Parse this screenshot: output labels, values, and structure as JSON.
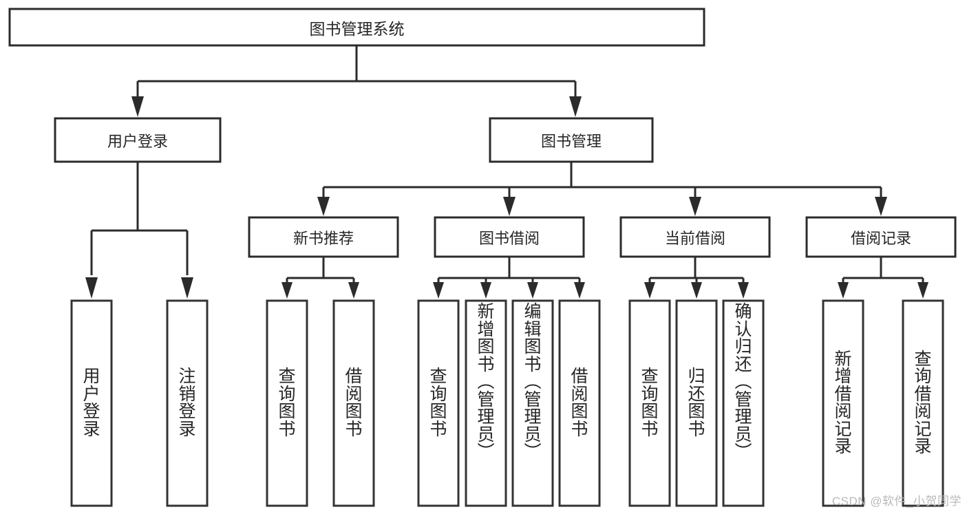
{
  "diagram": {
    "type": "tree",
    "title": "图书管理系统",
    "root": {
      "id": "root",
      "label": "图书管理系统"
    },
    "level1": [
      {
        "id": "user-login",
        "label": "用户登录"
      },
      {
        "id": "book-manage",
        "label": "图书管理"
      }
    ],
    "level2": [
      {
        "id": "new-book-rec",
        "label": "新书推荐",
        "parent": "book-manage"
      },
      {
        "id": "book-borrow",
        "label": "图书借阅",
        "parent": "book-manage"
      },
      {
        "id": "current-borrow",
        "label": "当前借阅",
        "parent": "book-manage"
      },
      {
        "id": "borrow-record",
        "label": "借阅记录",
        "parent": "book-manage"
      }
    ],
    "leaves": {
      "user_login": [
        {
          "id": "leaf-user-login",
          "label": "用户登录"
        },
        {
          "id": "leaf-logout",
          "label": "注销登录"
        }
      ],
      "new_book_rec": [
        {
          "id": "leaf-query-book-1",
          "label": "查询图书"
        },
        {
          "id": "leaf-borrow-book-1",
          "label": "借阅图书"
        }
      ],
      "book_borrow": [
        {
          "id": "leaf-query-book-2",
          "label": "查询图书"
        },
        {
          "id": "leaf-add-book",
          "label": "新增图书（管理员）"
        },
        {
          "id": "leaf-edit-book",
          "label": "编辑图书（管理员）"
        },
        {
          "id": "leaf-borrow-book-2",
          "label": "借阅图书"
        }
      ],
      "current_borrow": [
        {
          "id": "leaf-query-book-3",
          "label": "查询图书"
        },
        {
          "id": "leaf-return-book",
          "label": "归还图书"
        },
        {
          "id": "leaf-confirm-return",
          "label": "确认归还（管理员）"
        }
      ],
      "borrow_record": [
        {
          "id": "leaf-add-record",
          "label": "新增借阅记录"
        },
        {
          "id": "leaf-query-record",
          "label": "查询借阅记录"
        }
      ]
    }
  },
  "watermark": {
    "text": "CSDN @软件_小贺同学"
  },
  "colors": {
    "box_stroke": "#2b2b2b",
    "line": "#2b2b2b",
    "text": "#262626",
    "background": "#ffffff",
    "watermark": "#b9b9b9"
  }
}
